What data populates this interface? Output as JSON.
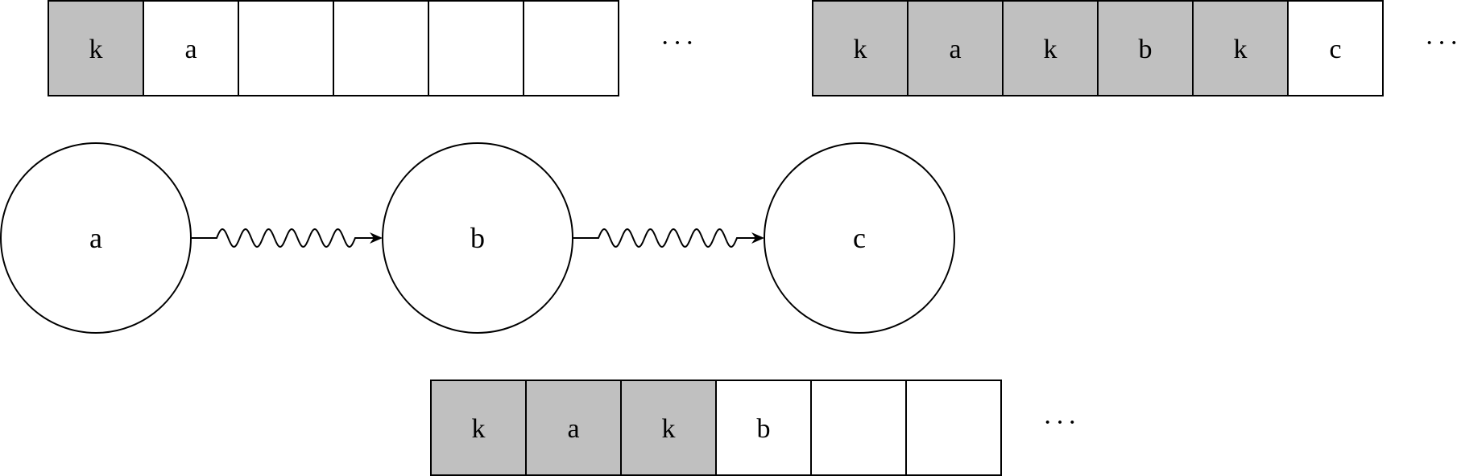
{
  "colors": {
    "filled": "#c0c0c0",
    "empty": "#ffffff",
    "stroke": "#000000"
  },
  "tapes": [
    {
      "id": "tape-a",
      "cells": [
        {
          "label": "k",
          "filled": true
        },
        {
          "label": "a",
          "filled": false
        },
        {
          "label": "",
          "filled": false
        },
        {
          "label": "",
          "filled": false
        },
        {
          "label": "",
          "filled": false
        },
        {
          "label": "",
          "filled": false
        }
      ],
      "ellipsis": "···"
    },
    {
      "id": "tape-c",
      "cells": [
        {
          "label": "k",
          "filled": true
        },
        {
          "label": "a",
          "filled": true
        },
        {
          "label": "k",
          "filled": true
        },
        {
          "label": "b",
          "filled": true
        },
        {
          "label": "k",
          "filled": true
        },
        {
          "label": "c",
          "filled": false
        }
      ],
      "ellipsis": "···"
    },
    {
      "id": "tape-b",
      "cells": [
        {
          "label": "k",
          "filled": true
        },
        {
          "label": "a",
          "filled": true
        },
        {
          "label": "k",
          "filled": true
        },
        {
          "label": "b",
          "filled": false
        },
        {
          "label": "",
          "filled": false
        },
        {
          "label": "",
          "filled": false
        }
      ],
      "ellipsis": "···"
    }
  ],
  "nodes": [
    {
      "id": "node-a",
      "label": "a"
    },
    {
      "id": "node-b",
      "label": "b"
    },
    {
      "id": "node-c",
      "label": "c"
    }
  ],
  "edges": [
    {
      "from": "node-a",
      "to": "node-b",
      "style": "squiggly"
    },
    {
      "from": "node-b",
      "to": "node-c",
      "style": "squiggly"
    }
  ]
}
